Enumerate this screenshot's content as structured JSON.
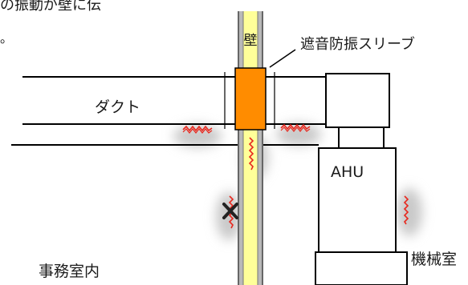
{
  "labels": {
    "top_fragment": "の振動が壁に伝",
    "top_period": "。",
    "wall": "壁",
    "sleeve": "遮音防振スリーブ",
    "duct": "ダクト",
    "ahu": "AHU",
    "machine_room": "機械室",
    "office": "事務室内"
  },
  "colors": {
    "sleeve": "#ff8c00",
    "wall_core": "#ffff99",
    "wall_edge": "#555555",
    "vibration": "#e8281e",
    "blocked_mark": "#222222",
    "outline": "#000000"
  },
  "icons": {
    "vibration": "zigzag-vibration-icon",
    "blocked": "x-mark-icon",
    "pointer": "leader-line"
  }
}
